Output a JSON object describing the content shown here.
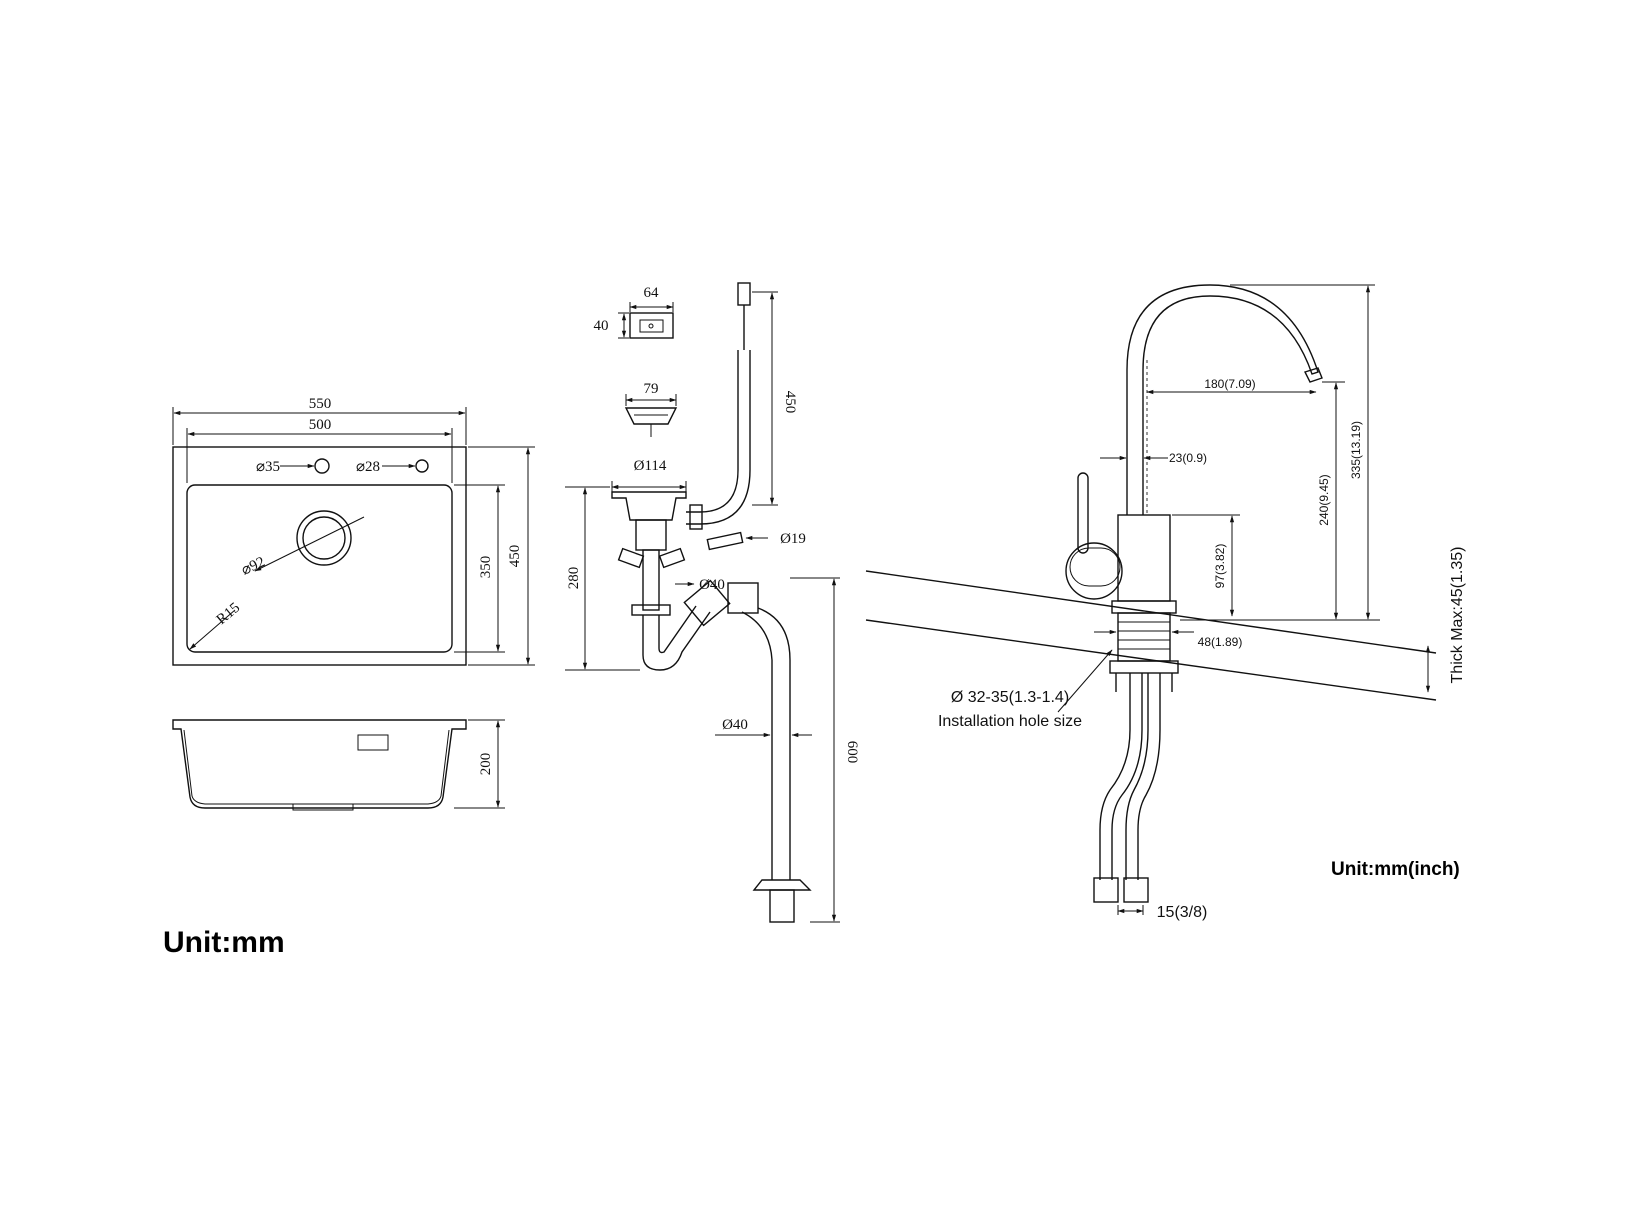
{
  "sink_top": {
    "width_outer": "550",
    "width_inner": "500",
    "hole_a": "⌀35",
    "hole_b": "⌀28",
    "drain": "⌀92",
    "radius": "R15",
    "depth_inner": "350",
    "depth_outer": "450"
  },
  "sink_side": {
    "height": "200"
  },
  "drain_kit": {
    "box_w": "64",
    "box_h": "40",
    "basket": "79",
    "strainer": "Ø114",
    "overflow_hose": "450",
    "overflow_pipe": "Ø19",
    "trap_height": "280",
    "trap_pipe": "Ø40",
    "hose_dia": "Ø40",
    "hose_len": "600"
  },
  "faucet": {
    "reach": "180(7.09)",
    "spout_dia": "23(0.9)",
    "spout_height": "240(9.45)",
    "total_height": "335(13.19)",
    "body_height": "97(3.82)",
    "base_dia": "48(1.89)",
    "thick_max": "Thick Max:45(1.35)",
    "hole_dia": "Ø 32-35(1.3-1.4)",
    "hole_label": "Installation hole size",
    "hose_pitch": "15(3/8)"
  },
  "units": {
    "left": "Unit:mm",
    "right": "Unit:mm(inch)"
  }
}
